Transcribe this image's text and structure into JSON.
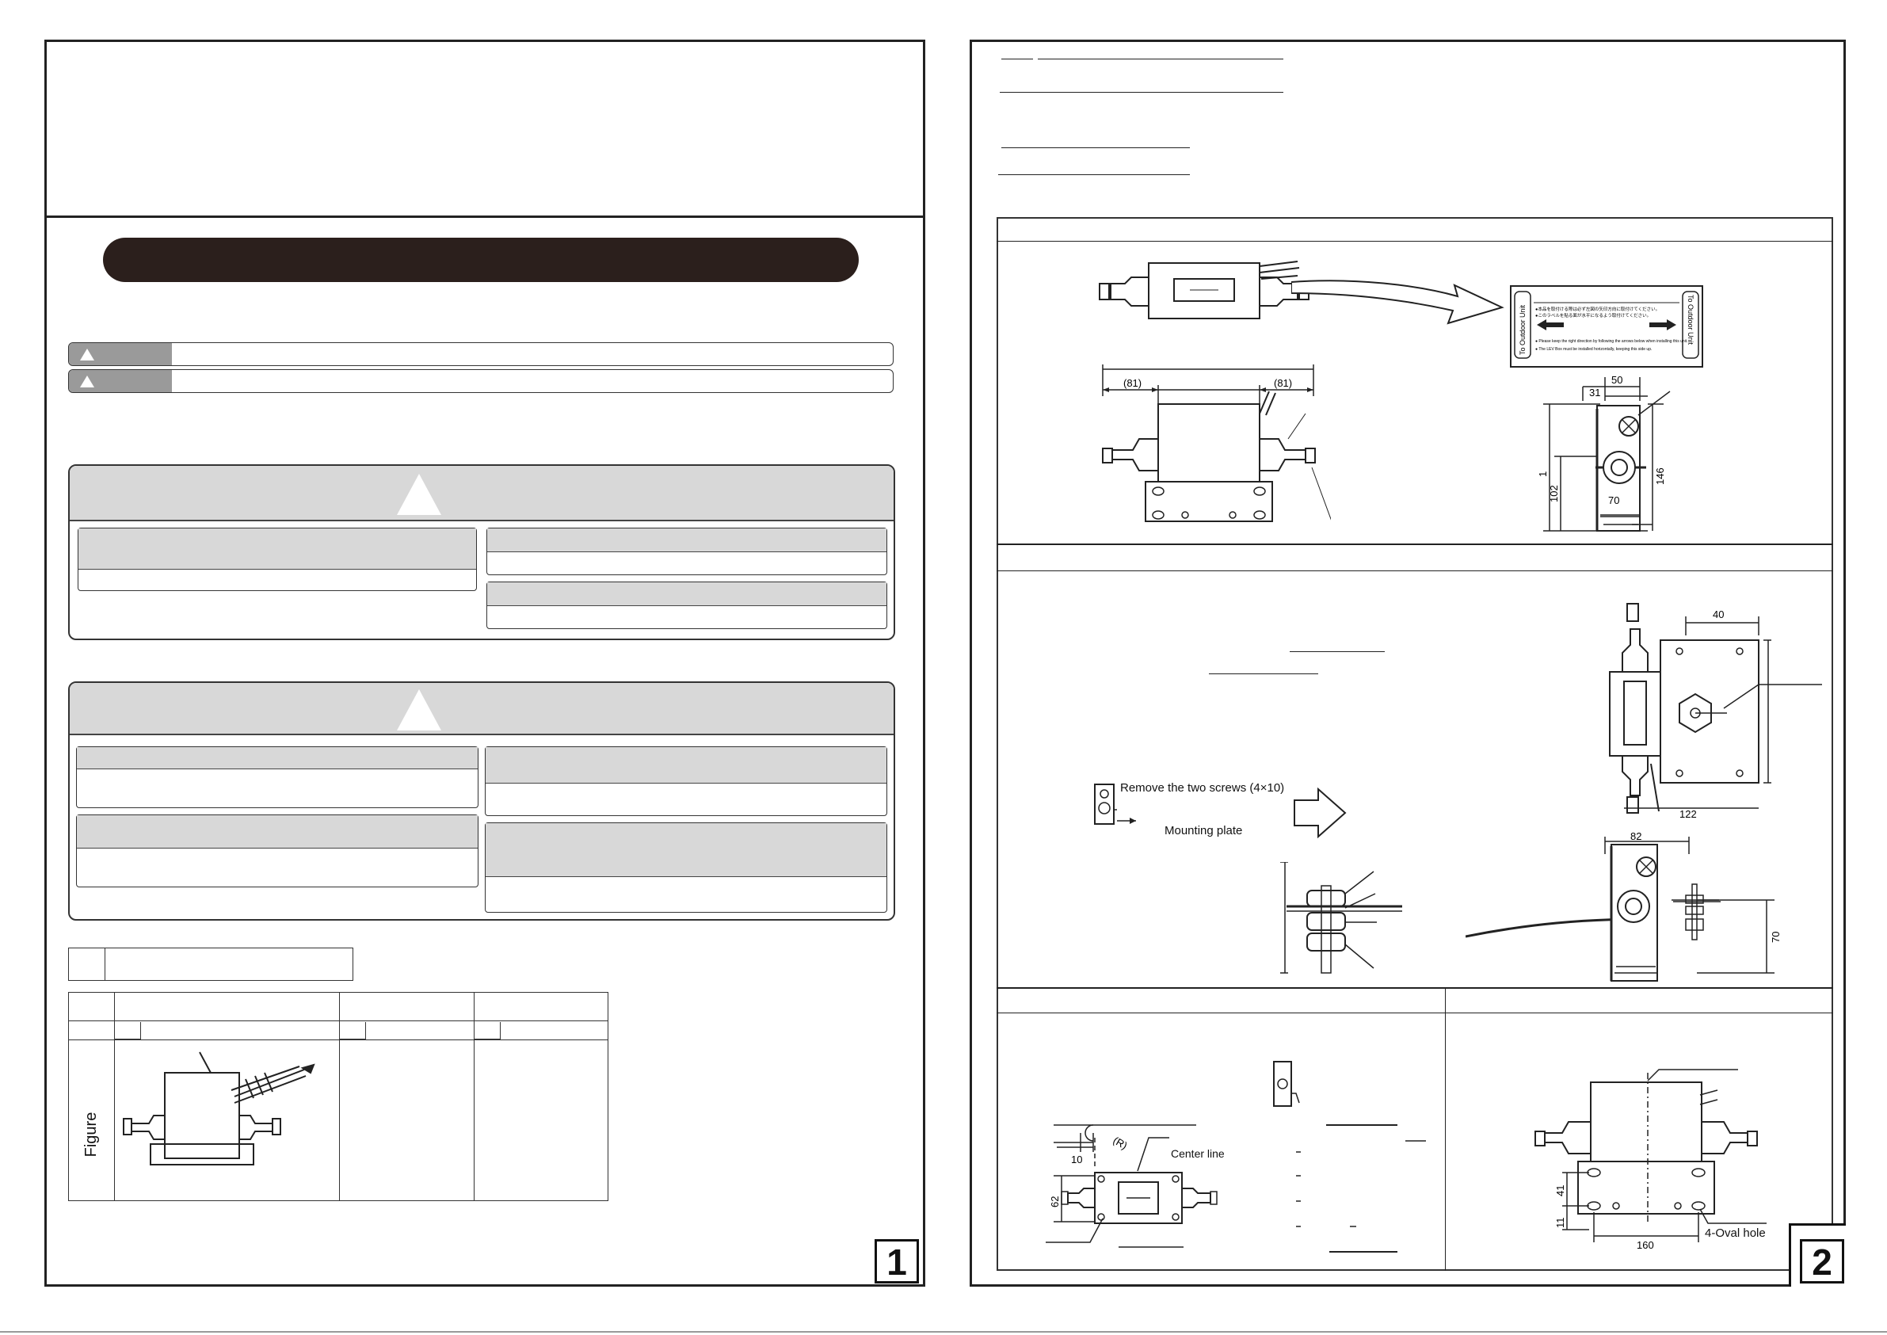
{
  "page1": {
    "page_number": "1",
    "figure_label": "Figure"
  },
  "page2": {
    "page_number": "2",
    "fig1": {
      "dim_left": "(81)",
      "dim_right": "(81)",
      "dim_50": "50",
      "dim_31": "31",
      "dim_1": "1",
      "dim_102": "102",
      "dim_70": "70",
      "dim_146": "146"
    },
    "fig2": {
      "remove_screws": "Remove the two screws (4×10)",
      "mounting_plate": "Mounting plate",
      "dim_40": "40",
      "dim_122": "122",
      "dim_82": "82",
      "dim_70": "70"
    },
    "fig3": {
      "center_line": "Center line",
      "dim_10": "10",
      "dim_R": "(R)",
      "dim_62": "62"
    },
    "fig4": {
      "oval_hole": "4-Oval hole",
      "dim_160": "160",
      "dim_41": "41",
      "dim_11": "11"
    }
  },
  "label_sticker": {
    "side_left": "To Outdoor Unit",
    "side_right": "To Outdoor Unit",
    "line1": "●本品を取付ける際は必ず左図の矢印方向に取付けてください。",
    "line2": "●このラベルを貼る面が水平になるよう取付けてください。",
    "line3": "● Please keep the right direction by following the arrows below when installing this unit.",
    "line4": "● The LEV Box must be installed horizontally, keeping this side up."
  }
}
